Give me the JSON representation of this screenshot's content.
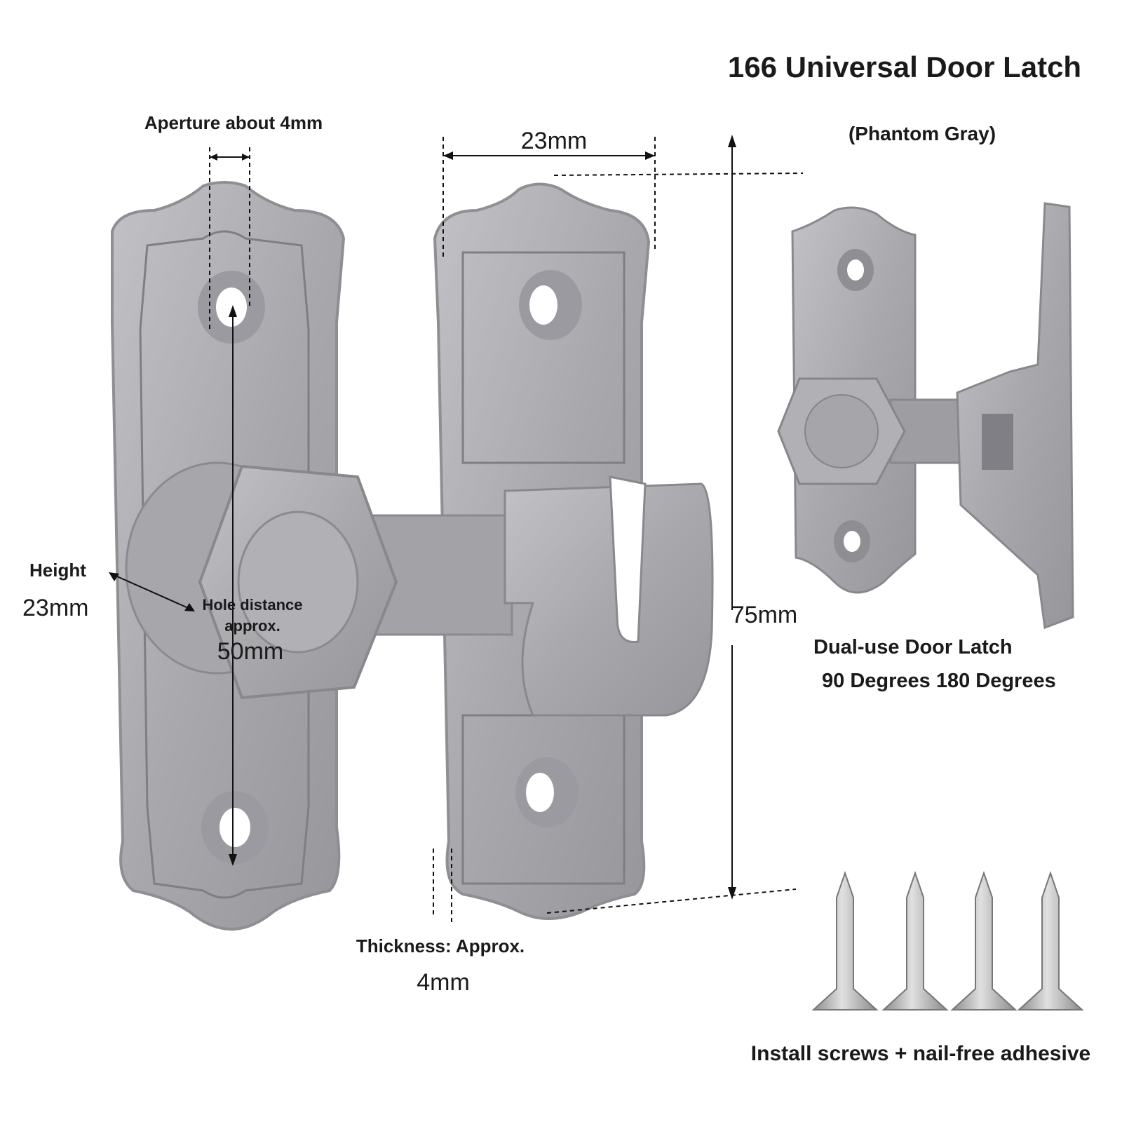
{
  "title": "166 Universal Door Latch",
  "color_name": "(Phantom Gray)",
  "dimensions": {
    "aperture": "Aperture about 4mm",
    "width": "23mm",
    "height_label": "Height",
    "height_value": "23mm",
    "hole_distance_line1": "Hole distance",
    "hole_distance_line2": "approx.",
    "hole_distance_value": "50mm",
    "length": "75mm",
    "thickness_label": "Thickness: Approx.",
    "thickness_value": "4mm"
  },
  "features": {
    "dual_use_line1": "Dual-use Door Latch",
    "dual_use_line2": "90 Degrees 180 Degrees",
    "install": "Install screws + nail-free adhesive"
  },
  "colors": {
    "metal": "#a9a9ad",
    "metal_dark": "#8a8a8f",
    "metal_light": "#c4c4c8",
    "screw": "#b8b8b8"
  }
}
